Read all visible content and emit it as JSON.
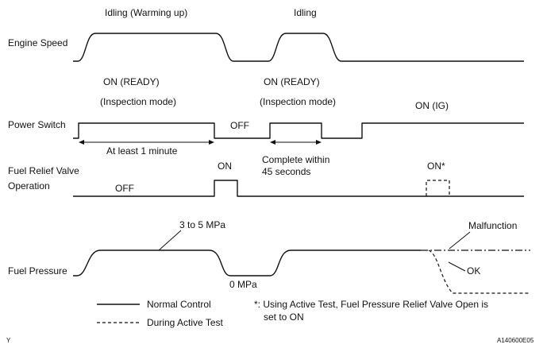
{
  "engine_speed": {
    "row_label": "Engine Speed",
    "phase_1_label": "Idling (Warming up)",
    "phase_2_label": "Idling"
  },
  "power_switch": {
    "row_label": "Power Switch",
    "on_ready_1": "ON (READY)",
    "inspection_1": "(Inspection mode)",
    "on_ready_2": "ON (READY)",
    "inspection_2": "(Inspection mode)",
    "off_label": "OFF",
    "on_ig_label": "ON (IG)",
    "duration_1": "At least 1 minute",
    "duration_2_line1": "Complete within",
    "duration_2_line2": "45 seconds"
  },
  "relief_valve": {
    "row_label_line1": "Fuel Relief Valve",
    "row_label_line2": "Operation",
    "off_label": "OFF",
    "on_label": "ON",
    "on_star_label": "ON*"
  },
  "fuel_pressure": {
    "row_label": "Fuel Pressure",
    "high_label": "3 to 5 MPa",
    "low_label": "0 MPa",
    "malfunction_label": "Malfunction",
    "ok_label": "OK"
  },
  "legend": {
    "normal_control": "Normal Control",
    "during_active_test": "During Active Test"
  },
  "footnote": {
    "line1": "*: Using Active Test, Fuel Pressure Relief Valve Open  is",
    "line2": "set to ON"
  },
  "corner": {
    "left_mark": "Y",
    "figure_code": "A140600E05"
  }
}
